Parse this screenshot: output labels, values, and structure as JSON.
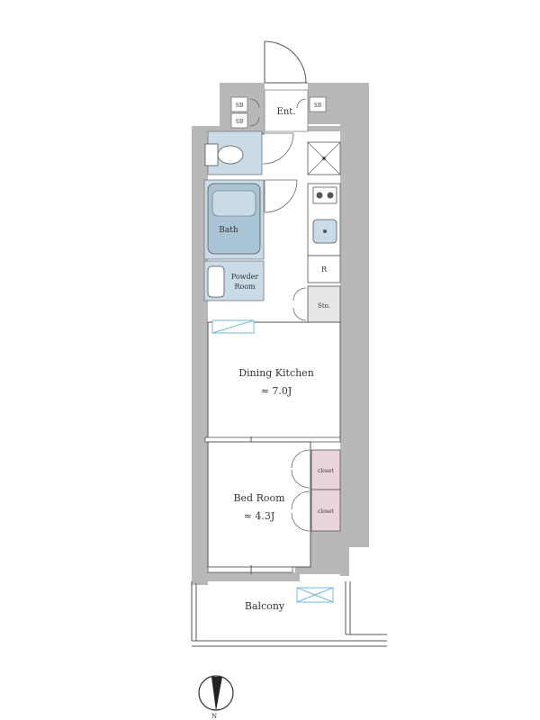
{
  "rooms": {
    "entrance": "Ent.",
    "shoe_box_1": "SB",
    "shoe_box_2": "SB",
    "shoe_box_3": "SB",
    "bath": "Bath",
    "powder_line1": "Powder",
    "powder_line2": "Room",
    "fridge": "R",
    "storage": "Sto.",
    "dining_name": "Dining Kitchen",
    "dining_size": "≈ 7.0J",
    "bedroom_name": "Bed Room",
    "bedroom_size": "≈ 4.3J",
    "closet_1": "closet",
    "closet_2": "closet",
    "balcony": "Balcony"
  },
  "compass": {
    "label": "N"
  },
  "colors": {
    "wall": "#b8b8b8",
    "wet_area": "#c9dbe6",
    "fixture": "#a9c4d4",
    "closet": "#ead6da",
    "window": "#6fb9e2",
    "line": "#555555"
  }
}
